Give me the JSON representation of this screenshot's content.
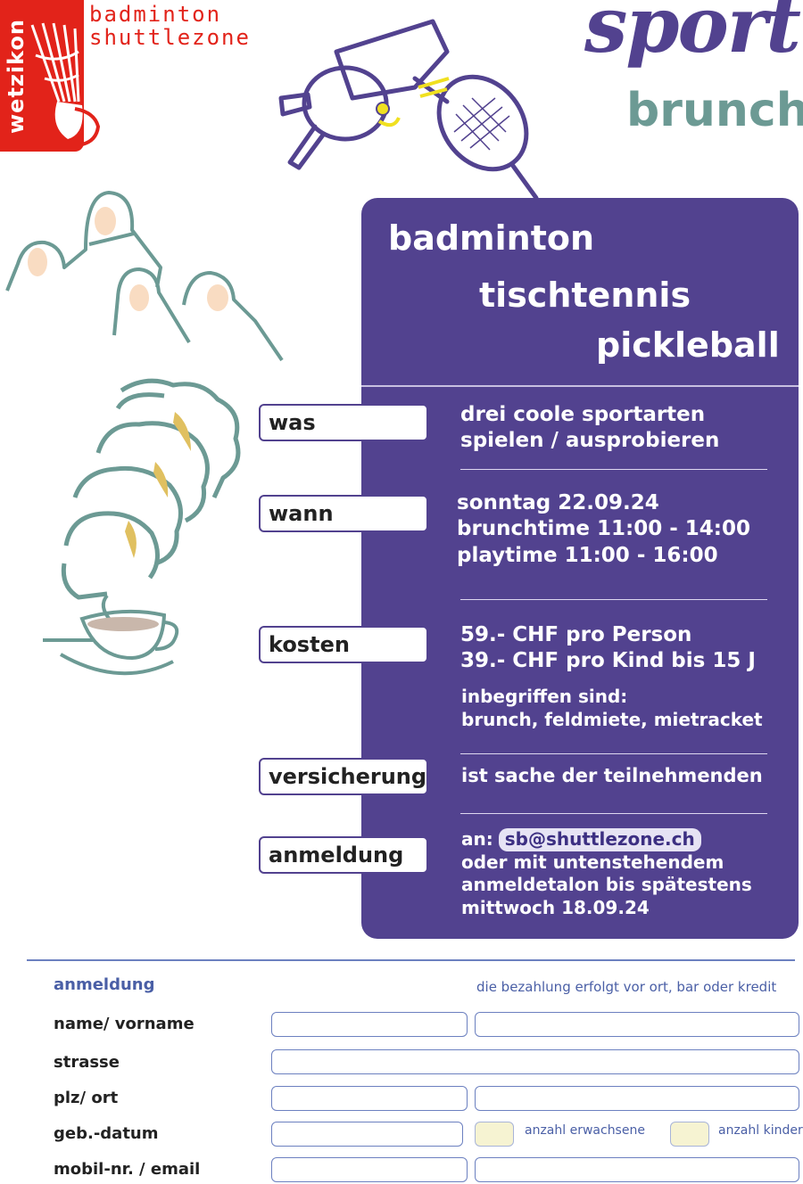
{
  "logo": {
    "side_text": "wetzikon",
    "title_line1": "badminton",
    "title_line2": "shuttlezone"
  },
  "brand": {
    "word1": "sport",
    "word2": "brunch"
  },
  "sports": [
    "badminton",
    "tischtennis",
    "pickleball"
  ],
  "sections": {
    "was": {
      "label": "was",
      "lines": [
        "drei coole sportarten",
        "spielen / ausprobieren"
      ]
    },
    "wann": {
      "label": "wann",
      "lines": [
        "sonntag 22.09.24",
        "brunchtime 11:00 - 14:00",
        "playtime 11:00 - 16:00"
      ]
    },
    "kosten": {
      "label": "kosten",
      "lines": [
        "59.- CHF pro Person",
        "39.- CHF pro Kind bis 15 J"
      ],
      "sub_lines": [
        "inbegriffen sind:",
        "brunch, feldmiete, mietracket"
      ]
    },
    "versicherung": {
      "label": "versicherung",
      "lines": [
        "ist sache der teilnehmenden"
      ]
    },
    "anmeldung": {
      "label": "anmeldung",
      "prefix": "an:",
      "email": "sb@shuttlezone.ch",
      "lines": [
        "oder mit untenstehendem",
        "anmeldetalon bis spätestens",
        "mittwoch 18.09.24"
      ]
    }
  },
  "form": {
    "title": "anmeldung",
    "note": "die bezahlung erfolgt vor ort, bar oder kredit",
    "labels": {
      "name": "name/ vorname",
      "street": "strasse",
      "city": "plz/ ort",
      "birth": "geb.-datum",
      "contact": "mobil-nr. / email"
    },
    "adults_label": "anzahl erwachsene",
    "kids_label": "anzahl kinder"
  },
  "colors": {
    "purple": "#52428f",
    "teal": "#6c9a94",
    "red": "#e2231a",
    "form_blue": "#4a5fa6"
  }
}
